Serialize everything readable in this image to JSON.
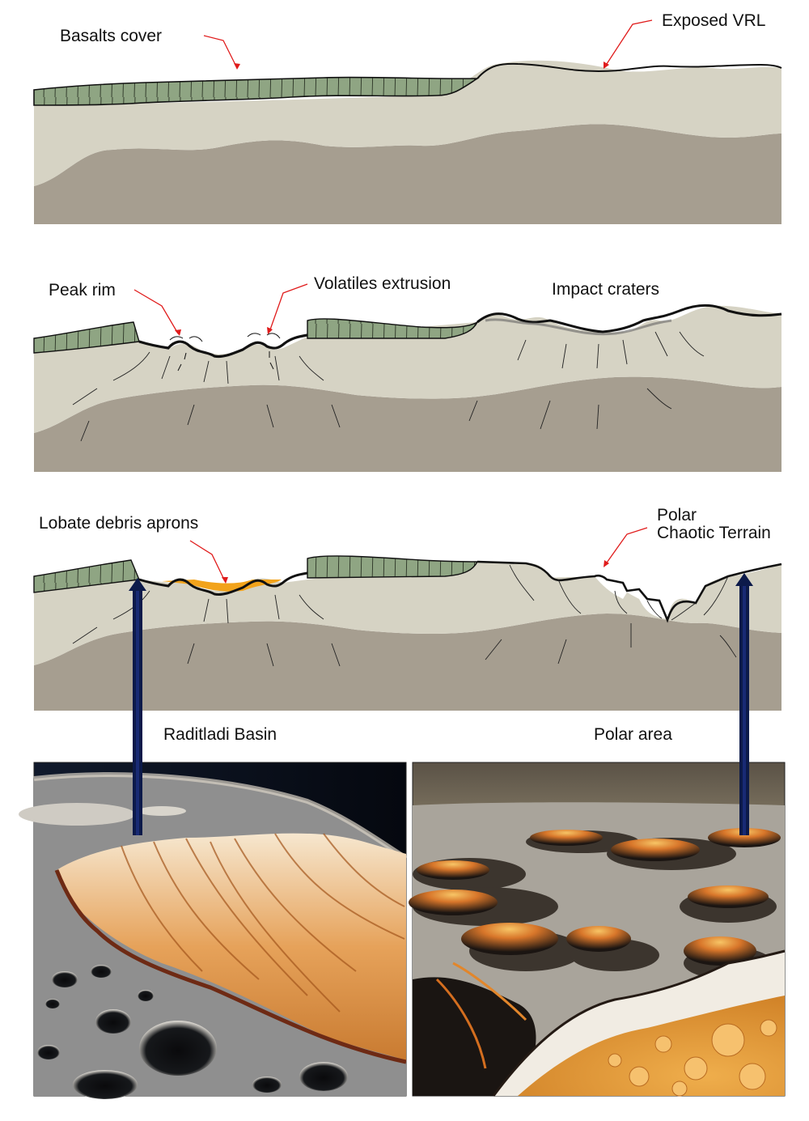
{
  "figure": {
    "panels": [
      {
        "id": "section-1",
        "labels": [
          {
            "key": "basalts_cover",
            "text": "Basalts cover"
          },
          {
            "key": "exposed_vrl",
            "text": "Exposed VRL"
          }
        ]
      },
      {
        "id": "section-2",
        "labels": [
          {
            "key": "peak_rim",
            "text": "Peak rim"
          },
          {
            "key": "volatiles_extrusion",
            "text": "Volatiles extrusion"
          },
          {
            "key": "impact_craters",
            "text": "Impact craters"
          }
        ]
      },
      {
        "id": "section-3",
        "labels": [
          {
            "key": "lobate_debris_aprons",
            "text": "Lobate debris aprons"
          },
          {
            "key": "polar_chaotic_terrain_1",
            "text": "Polar"
          },
          {
            "key": "polar_chaotic_terrain_2",
            "text": "Chaotic Terrain"
          }
        ]
      }
    ],
    "photos": [
      {
        "key": "raditladi",
        "caption": "Raditladi Basin"
      },
      {
        "key": "polar",
        "caption": "Polar area"
      }
    ],
    "colors": {
      "basalt": "#8fa583",
      "vrl": "#d6d3c4",
      "substrate": "#a69e90",
      "ice": "#f2a31b",
      "leader": "#e01b1b",
      "arrow": "#0c1a4a"
    }
  }
}
